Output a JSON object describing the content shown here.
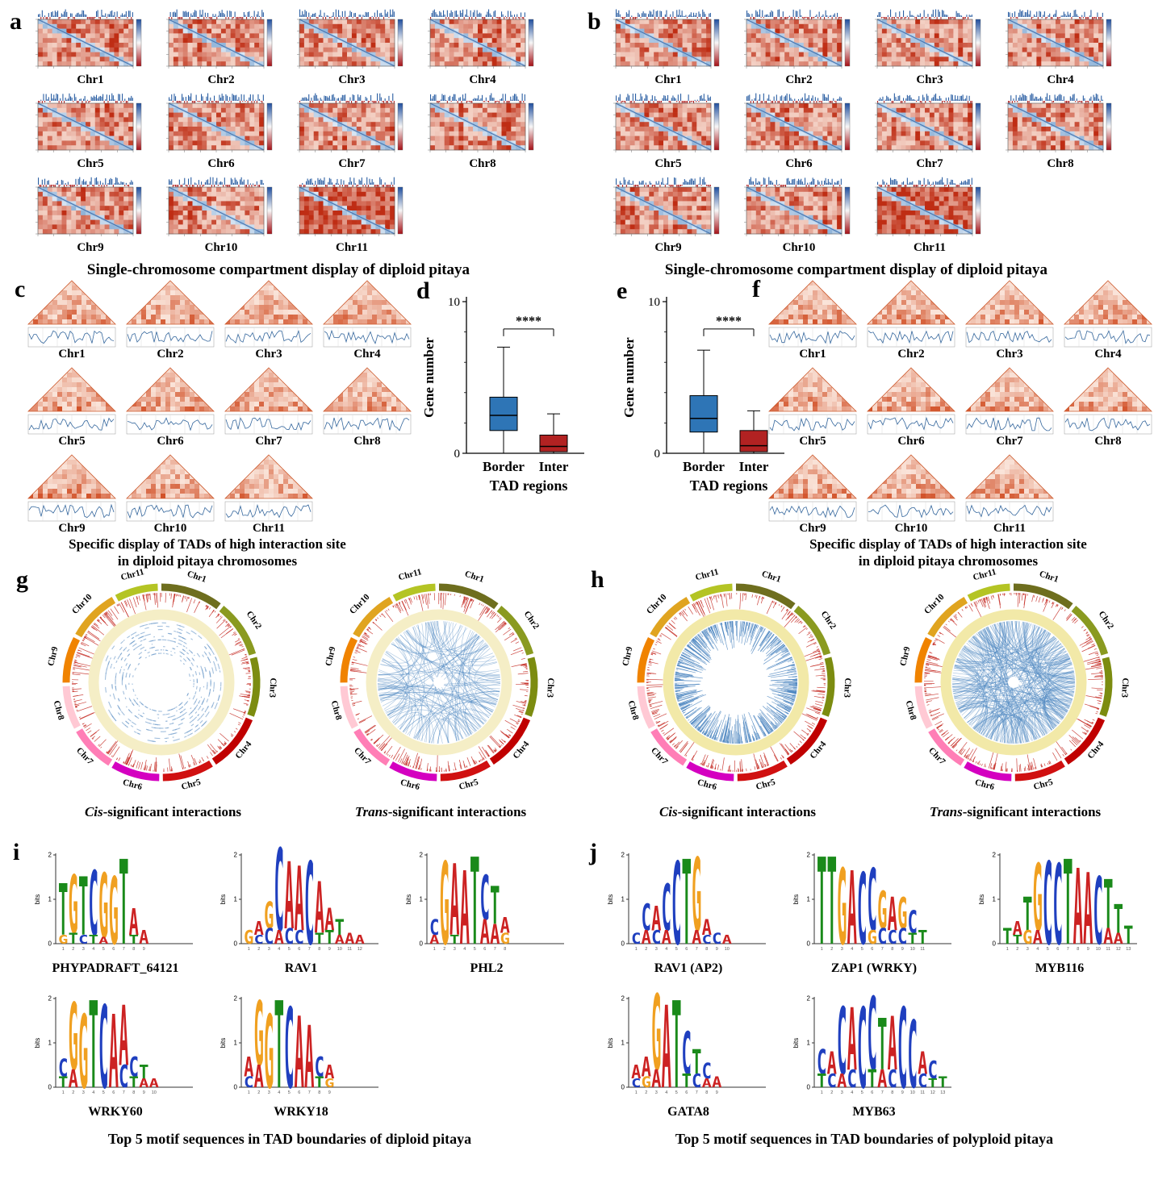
{
  "nucleotide_colors": {
    "A": "#cc2222",
    "C": "#1f3fbf",
    "G": "#f0a020",
    "T": "#1a8a1a"
  },
  "chromosomes": [
    "Chr1",
    "Chr2",
    "Chr3",
    "Chr4",
    "Chr5",
    "Chr6",
    "Chr7",
    "Chr8",
    "Chr9",
    "Chr10",
    "Chr11"
  ],
  "panel_a": {
    "label": "a",
    "caption": "Single-chromosome compartment display of diploid pitaya",
    "chromosomes": [
      "Chr1",
      "Chr2",
      "Chr3",
      "Chr4",
      "Chr5",
      "Chr6",
      "Chr7",
      "Chr8",
      "Chr9",
      "Chr10",
      "Chr11"
    ]
  },
  "panel_b": {
    "label": "b",
    "caption": "Single-chromosome compartment display of diploid pitaya",
    "chromosomes": [
      "Chr1",
      "Chr2",
      "Chr3",
      "Chr4",
      "Chr5",
      "Chr6",
      "Chr7",
      "Chr8",
      "Chr9",
      "Chr10",
      "Chr11"
    ]
  },
  "panel_c": {
    "label": "c",
    "caption_line1": "Specific display of TADs of high interaction site",
    "caption_line2": "in diploid pitaya chromosomes",
    "chromosomes": [
      "Chr1",
      "Chr2",
      "Chr3",
      "Chr4",
      "Chr5",
      "Chr6",
      "Chr7",
      "Chr8",
      "Chr9",
      "Chr10",
      "Chr11"
    ]
  },
  "panel_f": {
    "label": "f",
    "caption_line1": "Specific display of TADs of high interaction site",
    "caption_line2": "in diploid pitaya chromosomes",
    "chromosomes": [
      "Chr1",
      "Chr2",
      "Chr3",
      "Chr4",
      "Chr5",
      "Chr6",
      "Chr7",
      "Chr8",
      "Chr9",
      "Chr10",
      "Chr11"
    ]
  },
  "panel_d": {
    "label": "d",
    "chart_data": {
      "type": "box",
      "ylabel": "Gene number",
      "xlabel": "TAD regions",
      "ylim": [
        0,
        10
      ],
      "yticks": [
        0,
        10
      ],
      "significance": "****",
      "boxes": [
        {
          "label": "Border",
          "color": "#2e75b6",
          "whisker_low": 0,
          "q1": 1.5,
          "median": 2.5,
          "q3": 3.7,
          "whisker_high": 7.0
        },
        {
          "label": "Inter",
          "color": "#b22222",
          "whisker_low": 0,
          "q1": 0.1,
          "median": 0.45,
          "q3": 1.2,
          "whisker_high": 2.6
        }
      ]
    }
  },
  "panel_e": {
    "label": "e",
    "chart_data": {
      "type": "box",
      "ylabel": "Gene number",
      "xlabel": "TAD regions",
      "ylim": [
        0,
        10
      ],
      "yticks": [
        0,
        10
      ],
      "significance": "****",
      "boxes": [
        {
          "label": "Border",
          "color": "#2e75b6",
          "whisker_low": 0,
          "q1": 1.4,
          "median": 2.3,
          "q3": 3.8,
          "whisker_high": 6.8
        },
        {
          "label": "Inter",
          "color": "#b22222",
          "whisker_low": 0,
          "q1": 0.1,
          "median": 0.5,
          "q3": 1.5,
          "whisker_high": 2.8
        }
      ]
    }
  },
  "panel_g": {
    "label": "g",
    "chromosomes": [
      "Chr1",
      "Chr2",
      "Chr3",
      "Chr4",
      "Chr5",
      "Chr6",
      "Chr7",
      "Chr8",
      "Chr9",
      "Chr10",
      "Chr11"
    ],
    "chr_colors": [
      "#6e6e1e",
      "#8a9a20",
      "#7c8c10",
      "#c00000",
      "#d01010",
      "#d400c0",
      "#ff7eb6",
      "#ffc9d4",
      "#f08300",
      "#e0a420",
      "#b4c424"
    ],
    "sizes": [
      1.15,
      1.05,
      1.1,
      1.05,
      0.95,
      0.9,
      0.85,
      0.8,
      0.85,
      0.95,
      0.8
    ],
    "ring_color": "#f5eec6",
    "plots": [
      {
        "caption_italic": "Cis",
        "caption_rest": "-significant interactions",
        "style": "cis-dashes"
      },
      {
        "caption_italic": "Trans",
        "caption_rest": "-significant interactions",
        "style": "trans"
      }
    ]
  },
  "panel_h": {
    "label": "h",
    "chromosomes": [
      "Chr1",
      "Chr2",
      "Chr3",
      "Chr4",
      "Chr5",
      "Chr6",
      "Chr7",
      "Chr8",
      "Chr9",
      "Chr10",
      "Chr11"
    ],
    "chr_colors": [
      "#6e6e1e",
      "#8a9a20",
      "#7c8c10",
      "#c00000",
      "#d01010",
      "#d400c0",
      "#ff7eb6",
      "#ffc9d4",
      "#f08300",
      "#e0a420",
      "#b4c424"
    ],
    "sizes": [
      1.15,
      1.05,
      1.1,
      1.05,
      0.95,
      0.9,
      0.85,
      0.8,
      0.85,
      0.95,
      0.8
    ],
    "ring_color": "#f2e9a8",
    "plots": [
      {
        "caption_italic": "Cis",
        "caption_rest": "-significant interactions",
        "style": "cis-radial"
      },
      {
        "caption_italic": "Trans",
        "caption_rest": "-significant interactions",
        "style": "trans-dense"
      }
    ]
  },
  "panel_i": {
    "label": "i",
    "caption": "Top 5 motif sequences in TAD boundaries of diploid pitaya",
    "logo_axis": {
      "ylabel": "bits",
      "yticks": [
        0,
        1,
        2
      ]
    },
    "motifs": [
      {
        "name": "PHYPADRAFT_64121",
        "columns": [
          [
            [
              "T",
              1.15
            ],
            [
              "G",
              0.2
            ]
          ],
          [
            [
              "G",
              1.3
            ],
            [
              "T",
              0.25
            ]
          ],
          [
            [
              "T",
              1.3
            ],
            [
              "C",
              0.2
            ]
          ],
          [
            [
              "C",
              1.45
            ],
            [
              "T",
              0.2
            ]
          ],
          [
            [
              "G",
              1.45
            ],
            [
              "A",
              0.15
            ]
          ],
          [
            [
              "G",
              1.5
            ]
          ],
          [
            [
              "T",
              1.9
            ]
          ],
          [
            [
              "A",
              0.6
            ],
            [
              "T",
              0.2
            ]
          ],
          [
            [
              "A",
              0.3
            ]
          ]
        ]
      },
      {
        "name": "RAV1",
        "columns": [
          [
            [
              "G",
              0.3
            ]
          ],
          [
            [
              "A",
              0.3
            ],
            [
              "C",
              0.2
            ]
          ],
          [
            [
              "G",
              0.6
            ],
            [
              "C",
              0.35
            ]
          ],
          [
            [
              "C",
              1.85
            ],
            [
              "A",
              0.3
            ]
          ],
          [
            [
              "A",
              1.5
            ],
            [
              "C",
              0.35
            ]
          ],
          [
            [
              "A",
              1.45
            ],
            [
              "C",
              0.3
            ]
          ],
          [
            [
              "C",
              1.85
            ]
          ],
          [
            [
              "A",
              1.15
            ],
            [
              "T",
              0.25
            ]
          ],
          [
            [
              "A",
              0.5
            ],
            [
              "T",
              0.3
            ]
          ],
          [
            [
              "T",
              0.35
            ],
            [
              "A",
              0.2
            ]
          ],
          [
            [
              "A",
              0.25
            ]
          ],
          [
            [
              "A",
              0.2
            ]
          ]
        ]
      },
      {
        "name": "PHL2",
        "columns": [
          [
            [
              "C",
              0.35
            ],
            [
              "A",
              0.2
            ]
          ],
          [
            [
              "G",
              1.85
            ]
          ],
          [
            [
              "A",
              1.6
            ],
            [
              "T",
              0.2
            ]
          ],
          [
            [
              "A",
              1.65
            ]
          ],
          [
            [
              "T",
              1.95
            ]
          ],
          [
            [
              "C",
              1.0
            ],
            [
              "A",
              0.55
            ]
          ],
          [
            [
              "T",
              0.85
            ],
            [
              "A",
              0.45
            ]
          ],
          [
            [
              "A",
              0.35
            ],
            [
              "G",
              0.25
            ]
          ]
        ]
      },
      {
        "name": "WRKY60",
        "columns": [
          [
            [
              "C",
              0.4
            ],
            [
              "T",
              0.25
            ]
          ],
          [
            [
              "G",
              1.5
            ],
            [
              "A",
              0.4
            ]
          ],
          [
            [
              "G",
              1.65
            ]
          ],
          [
            [
              "T",
              1.95
            ]
          ],
          [
            [
              "C",
              1.85
            ]
          ],
          [
            [
              "A",
              1.65
            ]
          ],
          [
            [
              "A",
              1.35
            ],
            [
              "C",
              0.5
            ]
          ],
          [
            [
              "C",
              0.45
            ],
            [
              "T",
              0.25
            ]
          ],
          [
            [
              "T",
              0.3
            ],
            [
              "A",
              0.2
            ]
          ],
          [
            [
              "A",
              0.2
            ]
          ]
        ]
      },
      {
        "name": "WRKY18",
        "columns": [
          [
            [
              "A",
              0.45
            ],
            [
              "C",
              0.25
            ]
          ],
          [
            [
              "G",
              1.45
            ],
            [
              "A",
              0.5
            ]
          ],
          [
            [
              "G",
              1.65
            ]
          ],
          [
            [
              "T",
              1.95
            ]
          ],
          [
            [
              "C",
              1.8
            ]
          ],
          [
            [
              "A",
              1.6
            ]
          ],
          [
            [
              "A",
              1.4
            ]
          ],
          [
            [
              "C",
              0.45
            ],
            [
              "T",
              0.25
            ]
          ],
          [
            [
              "A",
              0.3
            ],
            [
              "G",
              0.2
            ]
          ]
        ]
      }
    ]
  },
  "panel_j": {
    "label": "j",
    "caption": "Top 5 motif sequences in TAD boundaries of polyploid pitaya",
    "logo_axis": {
      "ylabel": "bits",
      "yticks": [
        0,
        1,
        2
      ]
    },
    "motifs": [
      {
        "name": "RAV1 (AP2)",
        "columns": [
          [
            [
              "C",
              0.25
            ]
          ],
          [
            [
              "C",
              0.6
            ],
            [
              "A",
              0.3
            ]
          ],
          [
            [
              "A",
              0.55
            ],
            [
              "C",
              0.3
            ]
          ],
          [
            [
              "C",
              1.05
            ],
            [
              "A",
              0.3
            ]
          ],
          [
            [
              "C",
              1.85
            ]
          ],
          [
            [
              "T",
              1.9
            ]
          ],
          [
            [
              "G",
              1.65
            ],
            [
              "A",
              0.3
            ]
          ],
          [
            [
              "A",
              0.35
            ],
            [
              "C",
              0.2
            ]
          ],
          [
            [
              "C",
              0.25
            ]
          ],
          [
            [
              "A",
              0.2
            ]
          ]
        ]
      },
      {
        "name": "ZAP1 (WRKY)",
        "columns": [
          [
            [
              "T",
              1.95
            ]
          ],
          [
            [
              "T",
              1.95
            ]
          ],
          [
            [
              "G",
              1.7
            ]
          ],
          [
            [
              "A",
              1.65
            ]
          ],
          [
            [
              "C",
              1.6
            ]
          ],
          [
            [
              "C",
              1.4
            ],
            [
              "G",
              0.3
            ]
          ],
          [
            [
              "G",
              0.85
            ],
            [
              "C",
              0.35
            ]
          ],
          [
            [
              "A",
              0.75
            ],
            [
              "C",
              0.3
            ]
          ],
          [
            [
              "G",
              0.7
            ],
            [
              "C",
              0.35
            ]
          ],
          [
            [
              "C",
              0.5
            ],
            [
              "T",
              0.25
            ]
          ],
          [
            [
              "T",
              0.3
            ]
          ]
        ]
      },
      {
        "name": "MYB116",
        "columns": [
          [
            [
              "T",
              0.35
            ]
          ],
          [
            [
              "A",
              0.3
            ],
            [
              "T",
              0.2
            ]
          ],
          [
            [
              "T",
              0.75
            ],
            [
              "G",
              0.3
            ]
          ],
          [
            [
              "G",
              1.5
            ],
            [
              "A",
              0.3
            ]
          ],
          [
            [
              "C",
              1.85
            ]
          ],
          [
            [
              "C",
              1.8
            ]
          ],
          [
            [
              "T",
              1.9
            ]
          ],
          [
            [
              "A",
              1.7
            ]
          ],
          [
            [
              "A",
              1.6
            ]
          ],
          [
            [
              "C",
              1.5
            ]
          ],
          [
            [
              "T",
              1.1
            ],
            [
              "A",
              0.35
            ]
          ],
          [
            [
              "T",
              0.65
            ],
            [
              "A",
              0.25
            ]
          ],
          [
            [
              "T",
              0.4
            ]
          ]
        ]
      },
      {
        "name": "GATA8",
        "columns": [
          [
            [
              "A",
              0.3
            ],
            [
              "C",
              0.2
            ]
          ],
          [
            [
              "A",
              0.45
            ],
            [
              "G",
              0.25
            ]
          ],
          [
            [
              "G",
              1.7
            ],
            [
              "A",
              0.4
            ]
          ],
          [
            [
              "A",
              1.85
            ]
          ],
          [
            [
              "T",
              1.95
            ]
          ],
          [
            [
              "C",
              0.95
            ],
            [
              "T",
              0.3
            ]
          ],
          [
            [
              "T",
              0.55
            ],
            [
              "C",
              0.3
            ]
          ],
          [
            [
              "C",
              0.35
            ],
            [
              "A",
              0.2
            ]
          ],
          [
            [
              "A",
              0.25
            ]
          ]
        ]
      },
      {
        "name": "MYB63",
        "columns": [
          [
            [
              "C",
              0.55
            ],
            [
              "T",
              0.3
            ]
          ],
          [
            [
              "A",
              0.5
            ],
            [
              "C",
              0.3
            ]
          ],
          [
            [
              "C",
              1.5
            ],
            [
              "A",
              0.3
            ]
          ],
          [
            [
              "A",
              1.4
            ],
            [
              "C",
              0.4
            ]
          ],
          [
            [
              "C",
              1.8
            ]
          ],
          [
            [
              "C",
              1.65
            ],
            [
              "T",
              0.4
            ]
          ],
          [
            [
              "T",
              1.15
            ],
            [
              "A",
              0.4
            ]
          ],
          [
            [
              "A",
              1.2
            ],
            [
              "C",
              0.4
            ]
          ],
          [
            [
              "C",
              1.8
            ]
          ],
          [
            [
              "C",
              1.5
            ]
          ],
          [
            [
              "A",
              0.5
            ],
            [
              "C",
              0.3
            ]
          ],
          [
            [
              "C",
              0.4
            ],
            [
              "T",
              0.2
            ]
          ],
          [
            [
              "T",
              0.25
            ]
          ]
        ]
      }
    ]
  }
}
